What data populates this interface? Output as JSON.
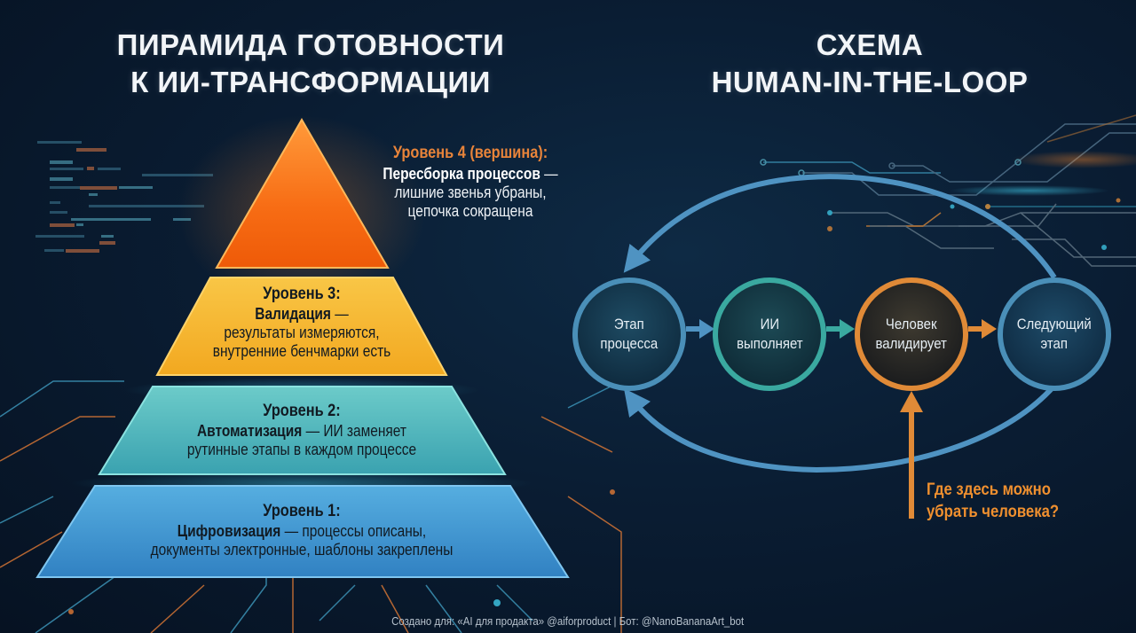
{
  "left_panel": {
    "title_line1": "ПИРАМИДА ГОТОВНОСТИ",
    "title_line2": "К ИИ-ТРАНСФОРМАЦИИ",
    "tiers": [
      {
        "level": "Уровень 4 (вершина):",
        "term": "Пересборка процессов",
        "desc_line1": "лишние звенья убраны,",
        "desc_line2": "цепочка сокращена",
        "color": "#f26a12"
      },
      {
        "level": "Уровень 3:",
        "term": "Валидация",
        "desc_line1": "результаты измеряются,",
        "desc_line2": "внутренние бенчмарки есть",
        "color": "#f5b128"
      },
      {
        "level": "Уровень 2:",
        "term": "Автоматизация",
        "desc_line1": "ИИ заменяет",
        "desc_line2": "рутинные этапы в каждом процессе",
        "color": "#4fb4b8"
      },
      {
        "level": "Уровень 1:",
        "term": "Цифровизация",
        "desc_line1": "процессы описаны,",
        "desc_line2": "документы электронные, шаблоны закреплены",
        "color": "#3c92cc"
      }
    ],
    "dash": "—"
  },
  "right_panel": {
    "title_line1": "СХЕМА",
    "title_line2": "HUMAN-IN-THE-LOOP",
    "nodes": [
      {
        "line1": "Этап",
        "line2": "процесса",
        "color": "#4a8fb8"
      },
      {
        "line1": "ИИ",
        "line2": "выполняет",
        "color": "#3aa9a0"
      },
      {
        "line1": "Человек",
        "line2": "валидирует",
        "color": "#e08a37"
      },
      {
        "line1": "Следующий",
        "line2": "этап",
        "color": "#4a8fb8"
      }
    ],
    "question_line1": "Где здесь можно",
    "question_line2": "убрать человека?",
    "question_color": "#f0902f"
  },
  "footer": {
    "credit": "Создано для: «AI для продакта» @aiforproduct | Бот: @NanoBananaArt_bot"
  }
}
